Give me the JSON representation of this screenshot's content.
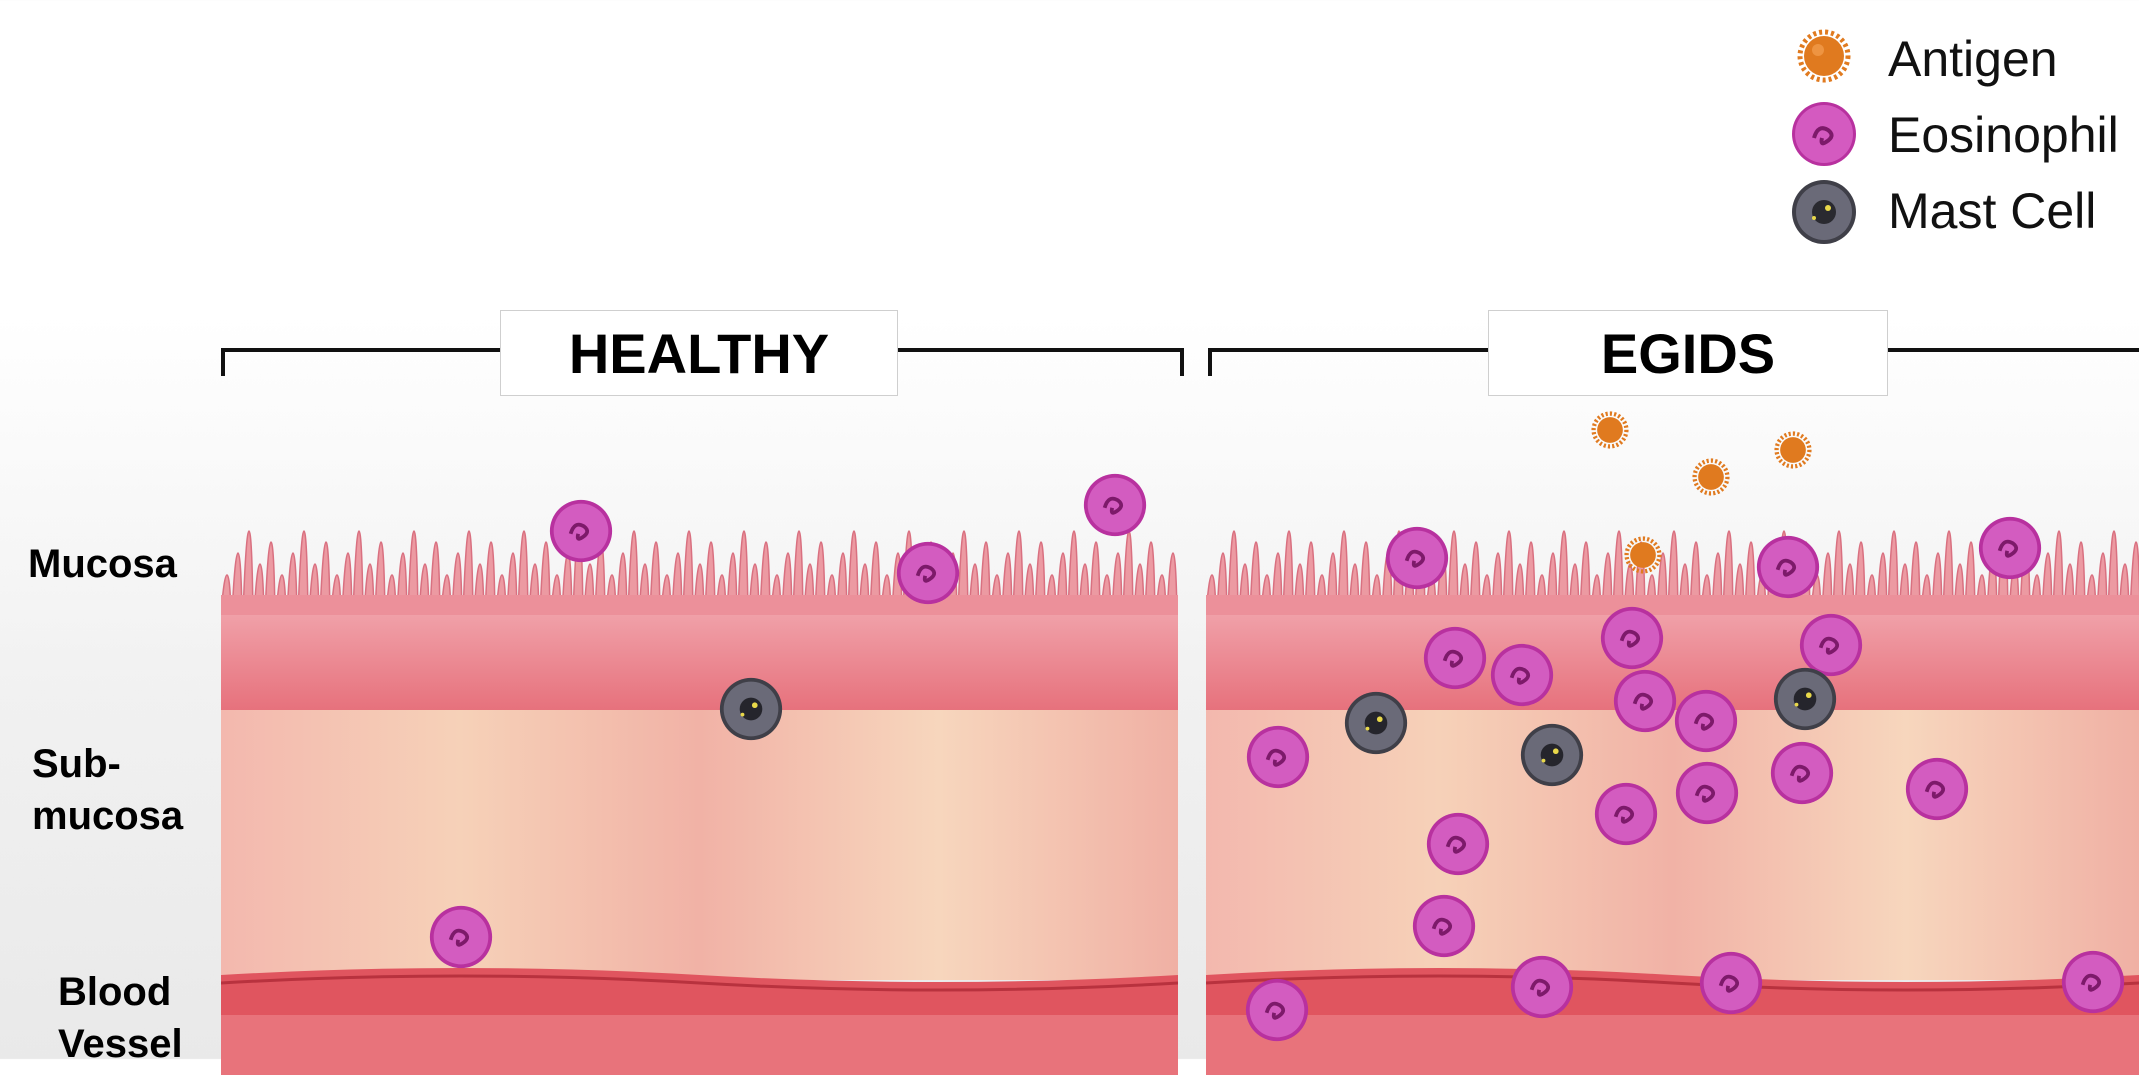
{
  "legend": {
    "items": [
      {
        "label": "Antigen",
        "icon": "antigen-icon"
      },
      {
        "label": "Eosinophil",
        "icon": "eosinophil-icon"
      },
      {
        "label": "Mast Cell",
        "icon": "mast-cell-icon"
      }
    ]
  },
  "panels": {
    "healthy": {
      "title": "HEALTHY"
    },
    "egids": {
      "title": "EGIDS"
    }
  },
  "layers": {
    "mucosa": "Mucosa",
    "submucosa": "Sub-\nmucosa",
    "blood_vessel": "Blood\nVessel"
  },
  "colors": {
    "antigen": "#e07a1f",
    "eosinophil": "#c23fa8",
    "mast_cell": "#4b4b55",
    "mucosa": "#e7848f",
    "submucosa": "#f2b8a8",
    "vessel": "#e0555f"
  }
}
